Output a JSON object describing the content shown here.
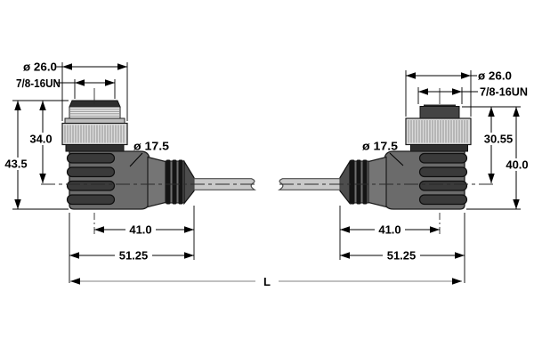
{
  "left_connector": {
    "diameter_label": "ø 26.0",
    "thread_label": "7/8-16UN",
    "height_to_axis": "34.0",
    "overall_height": "43.5",
    "boot_diameter_label": "ø 17.5",
    "axis_to_cable_exit": "41.0",
    "overall_depth": "51.25"
  },
  "right_connector": {
    "diameter_label": "ø 26.0",
    "thread_label": "7/8-16UN",
    "height_to_axis": "30.55",
    "overall_height": "40.0",
    "boot_diameter_label": "ø 17.5",
    "axis_to_cable_exit": "41.0",
    "overall_depth": "51.25"
  },
  "cable": {
    "length_label": "L"
  },
  "colors": {
    "background": "#ffffff",
    "dimension_line": "#000000",
    "cable_length_line": "#9a9a9a",
    "connector_body": "#6b6b6b",
    "connector_boot": "#4d4d4d",
    "connector_cone": "#757575",
    "rib": "#3a3a3a",
    "ring": "#141414",
    "coupling_nut": "#dcdcdc",
    "thread_face": "#e8e8e8",
    "flange": "#2f2f2f",
    "cable_jacket": "#c9c9c9"
  }
}
